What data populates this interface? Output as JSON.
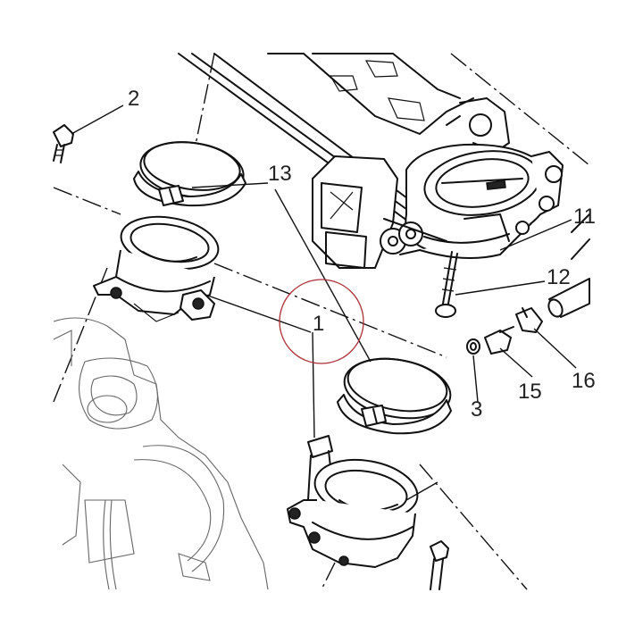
{
  "callouts": {
    "c1": "1",
    "c2": "2",
    "c3": "3",
    "c11": "11",
    "c12": "12",
    "c13": "13",
    "c15": "15",
    "c16": "16"
  },
  "highlight_color": "#b0303a"
}
